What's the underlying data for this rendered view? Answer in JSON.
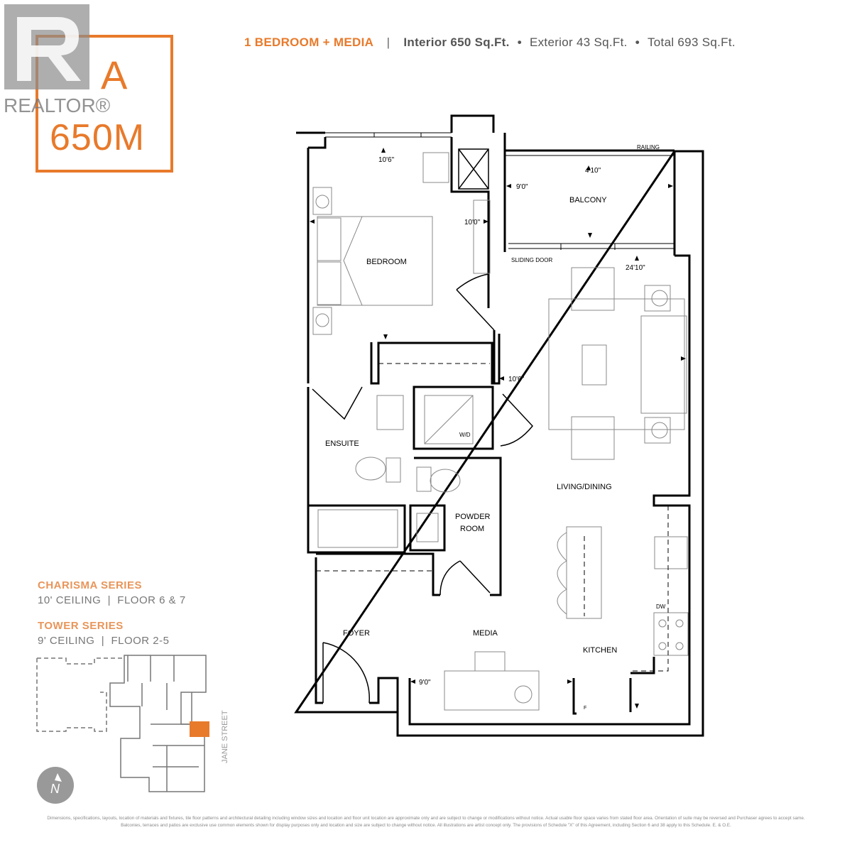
{
  "logo": {
    "letter": "A",
    "code": "650M",
    "watermark": "REALTOR®"
  },
  "header": {
    "unit_type": "1 BEDROOM + MEDIA",
    "separator": "|",
    "interior": "Interior 650 Sq.Ft.",
    "exterior": "Exterior 43 Sq.Ft.",
    "total": "Total 693 Sq.Ft.",
    "bullet": "•"
  },
  "series": [
    {
      "title": "CHARISMA SERIES",
      "details": "10' CEILING  |  FLOOR 6 & 7"
    },
    {
      "title": "TOWER SERIES",
      "details": "9' CEILING  |  FLOOR 2-5"
    }
  ],
  "keyplan": {
    "street": "JANE STREET",
    "north": "N",
    "highlight_color": "#e87a2b"
  },
  "rooms": {
    "bedroom": "BEDROOM",
    "balcony": "BALCONY",
    "railing": "RAILING",
    "sliding_door": "SLIDING DOOR",
    "ensuite": "ENSUITE",
    "wd": "W/D",
    "powder_1": "POWDER",
    "powder_2": "ROOM",
    "living": "LIVING/DINING",
    "foyer": "FOYER",
    "media": "MEDIA",
    "kitchen": "KITCHEN",
    "dw": "DW",
    "fridge": "F"
  },
  "dimensions": {
    "bedroom_w": "10'6\"",
    "bedroom_l": "10'0\"",
    "balcony_d": "4'10\"",
    "balcony_w": "9'0\"",
    "living_l": "24'10\"",
    "living_w": "10'6\"",
    "media_w": "9'0\""
  },
  "disclaimer": "Dimensions, specifications, layouts, location of materials and fixtures, tile floor patterns and architectural detailing including window sizes and location and floor unit location are approximate only and are subject to change or modifications without notice. Actual usable floor space varies from stated floor area. Orientation of suite may be reversed and Purchaser agrees to accept same. Balconies, terraces and patios are exclusive use common elements shown for display purposes only and location and size are subject to change without notice. All illustrations are artist concept only. The provisions of Schedule \"X\" of this Agreement, including Section 6 and 38 apply to this Schedule. E. & O.E.",
  "colors": {
    "accent": "#e87a2b",
    "text": "#555555"
  }
}
